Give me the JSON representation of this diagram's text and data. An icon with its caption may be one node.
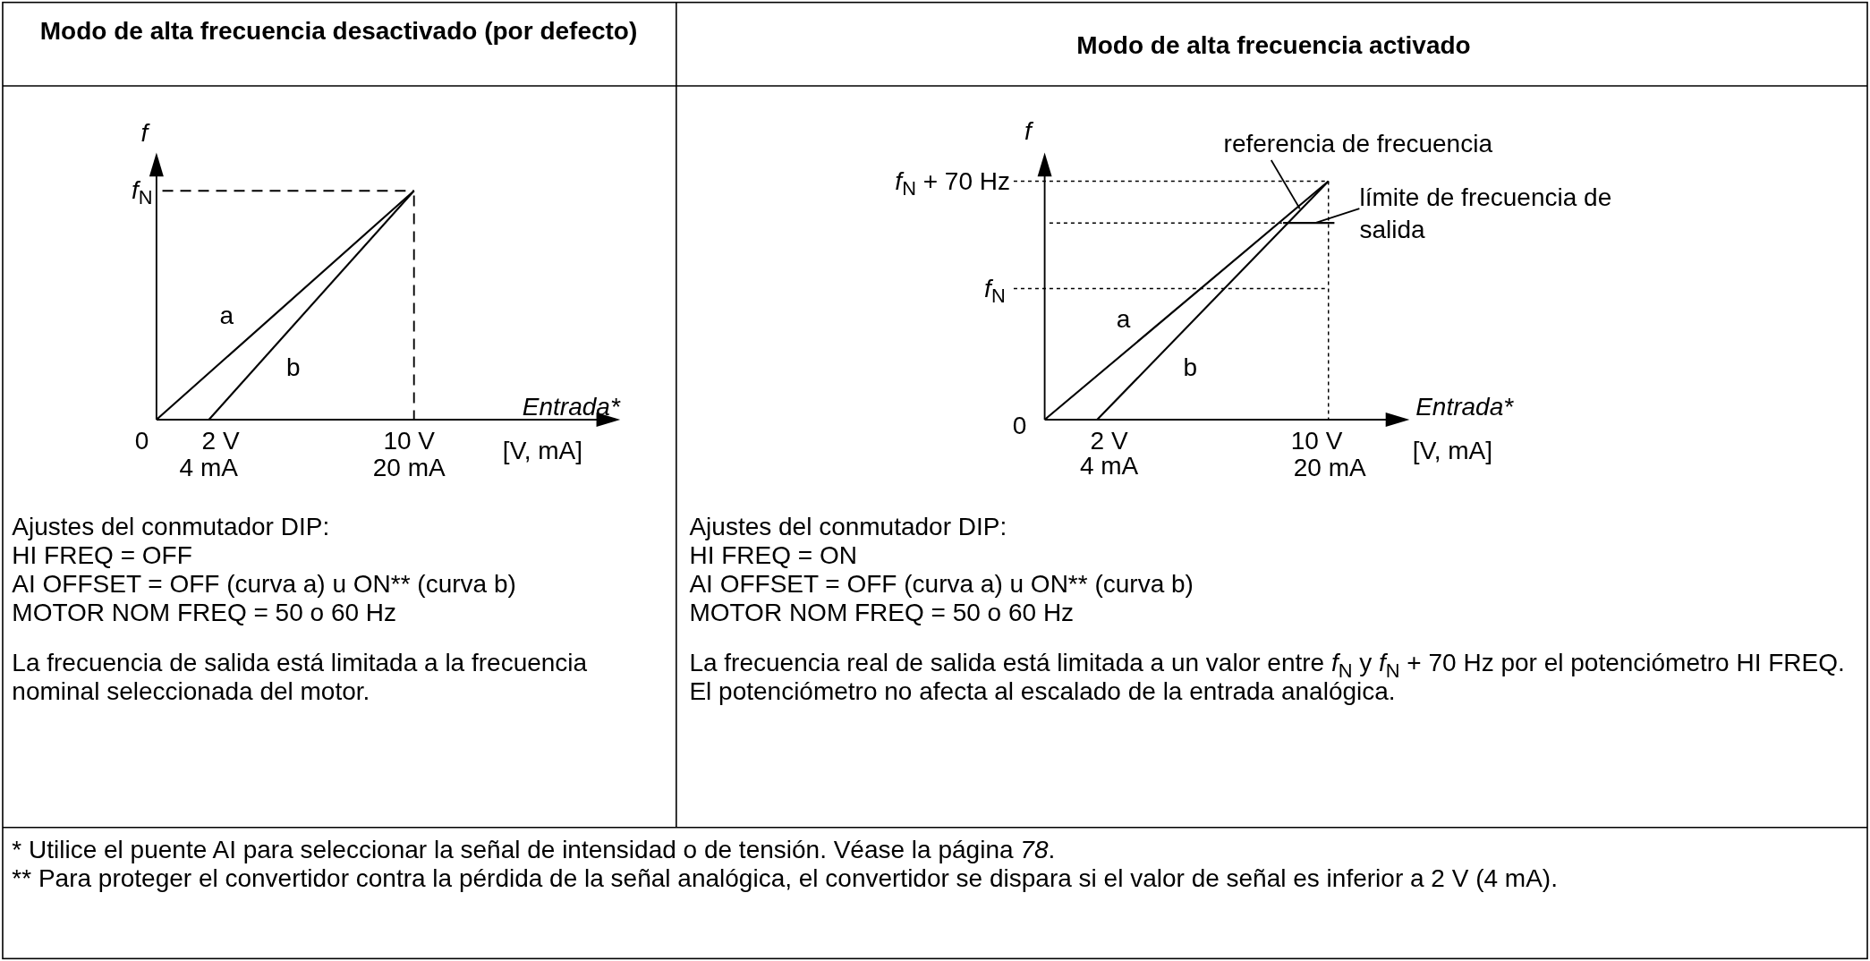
{
  "diagram": {
    "nodes": [
      {
        "text": [
          "referencia de frecuencia"
        ]
      },
      {
        "text": [
          "límite de frecuencia de salida"
        ]
      }
    ],
    "edges": [
      {
        "from": 0,
        "to": null,
        "arrow": "none"
      },
      {
        "from": 1,
        "to": null,
        "arrow": "none"
      }
    ],
    "labels": [
      "Modo de alta frecuencia desactivado (por defecto)",
      "Modo de alta frecuencia activado",
      "f",
      "*f*$_{N}$",
      "a",
      "b",
      "Entrada*",
      "0",
      "2 V",
      "4 mA",
      "10 V",
      "20 mA",
      "[V, mA]",
      "f",
      "*f*$_{N}$ + 70 Hz",
      "*f*$_{N}$",
      "a",
      "b",
      "Entrada*",
      "0",
      "2 V",
      "4 mA",
      "10 V",
      "20 mA",
      "[V, mA]",
      "Ajustes del conmutador DIP:",
      "HI FREQ = OFF",
      "AI OFFSET = OFF (curva a) u ON** (curva b)",
      "MOTOR NOM FREQ = 50 o 60 Hz",
      "La frecuencia de salida está limitada a la frecuencia nominal seleccionada del motor.",
      "Ajustes del conmutador DIP:",
      "HI FREQ = ON",
      "AI OFFSET = OFF (curva a) u ON** (curva b)",
      "MOTOR NOM FREQ = 50 o 60 Hz",
      "La frecuencia real de salida está limitada a un valor entre *f*$_{N}$ y *f*$_{N}$ + 70 Hz por el potenciómetro HI FREQ. El potenciómetro no afecta al escalado de la entrada analógica.",
      "* Utilice el puente AI para seleccionar la señal de intensidad o de tensión. Véase la página *78*.",
      "** Para proteger el convertidor contra la pérdida de la señal analógica, el convertidor se dispara si el valor de señal es inferior a 2 V (4 mA)."
    ]
  }
}
